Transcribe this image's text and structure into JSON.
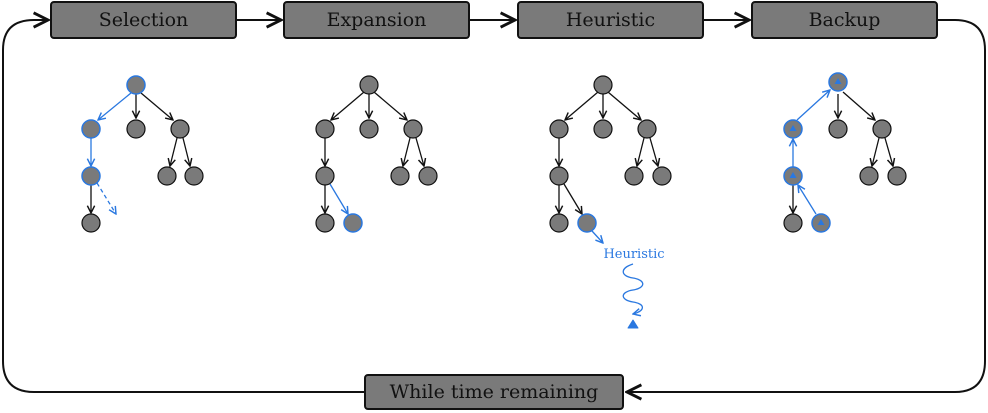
{
  "stages": [
    {
      "label": "Selection"
    },
    {
      "label": "Expansion"
    },
    {
      "label": "Heuristic"
    },
    {
      "label": "Backup"
    }
  ],
  "loop_label": "While time remaining",
  "heuristic_annotation": "Heuristic",
  "colors": {
    "box_fill": "#7a7a7a",
    "node_fill": "#7a7a7a",
    "stroke": "#111111",
    "highlight": "#2a78e0"
  }
}
